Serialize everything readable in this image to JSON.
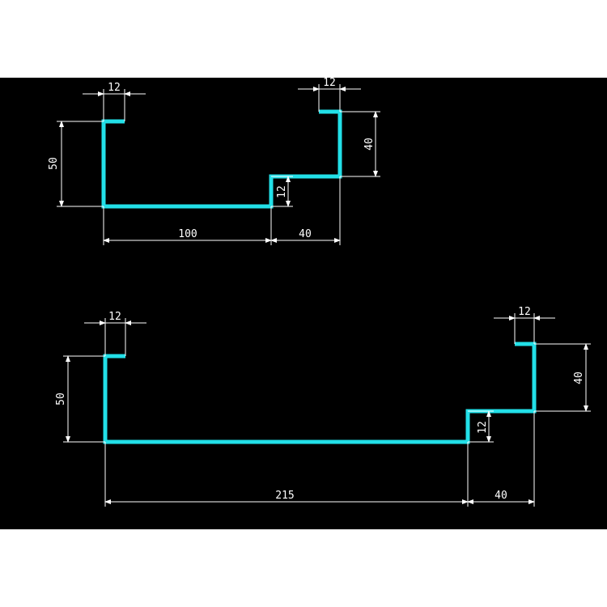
{
  "colors": {
    "background": "#000000",
    "profile": "#22e0e8",
    "dimension": "#ffffff"
  },
  "drawings": [
    {
      "dimensions": {
        "left_lip": "12",
        "left_height": "50",
        "bottom_width": "100",
        "step_height": "12",
        "step_width": "40",
        "right_height": "40",
        "right_lip": "12"
      }
    },
    {
      "dimensions": {
        "left_lip": "12",
        "left_height": "50",
        "bottom_width": "215",
        "step_height": "12",
        "step_width": "40",
        "right_height": "40",
        "right_lip": "12"
      }
    }
  ]
}
